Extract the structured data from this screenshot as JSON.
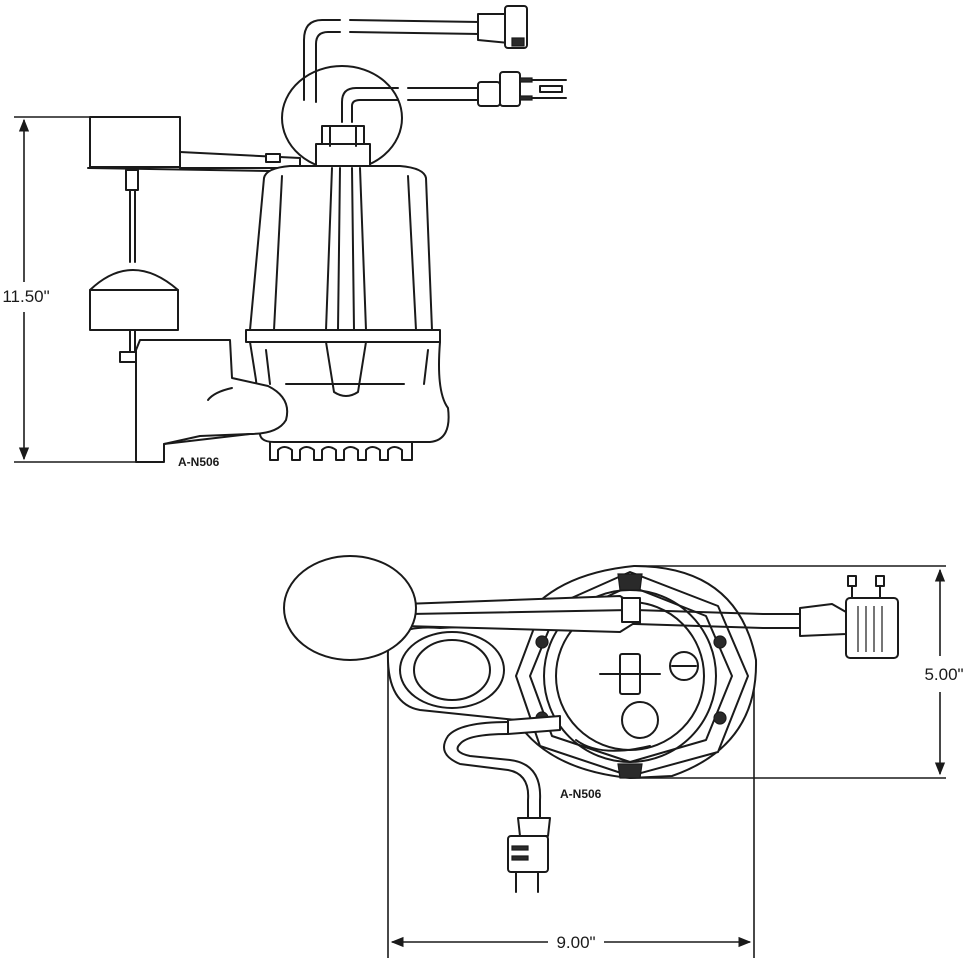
{
  "labels": {
    "height_dim": "11.50\"",
    "side_model": "A-N506",
    "width_dim": "5.00\"",
    "top_model": "A-N506",
    "length_dim": "9.00\""
  }
}
